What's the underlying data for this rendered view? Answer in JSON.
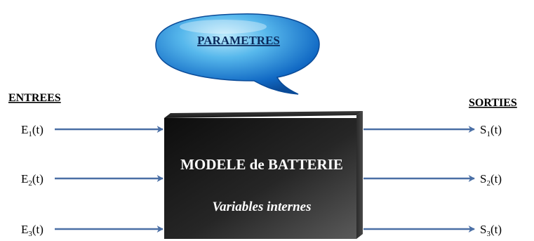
{
  "diagram": {
    "parameters_label": "PARAMETRES",
    "inputs_heading": "ENTREES",
    "outputs_heading": "SORTIES",
    "model_title": "MODELE de BATTERIE",
    "model_subtitle": "Variables internes",
    "inputs": [
      {
        "base": "E",
        "sub": "1",
        "arg": "(t)"
      },
      {
        "base": "E",
        "sub": "2",
        "arg": "(t)"
      },
      {
        "base": "E",
        "sub": "3",
        "arg": "(t)"
      }
    ],
    "outputs": [
      {
        "base": "S",
        "sub": "1",
        "arg": "(t)"
      },
      {
        "base": "S",
        "sub": "2",
        "arg": "(t)"
      },
      {
        "base": "S",
        "sub": "3",
        "arg": "(t)"
      }
    ],
    "colors": {
      "arrow": "#4a6fa5",
      "box_dark": "#111111",
      "box_light": "#4a4a4a",
      "bubble_light": "#7ad0f5",
      "bubble_dark": "#0a4fa0",
      "bubble_text": "#0b2a5c"
    }
  }
}
